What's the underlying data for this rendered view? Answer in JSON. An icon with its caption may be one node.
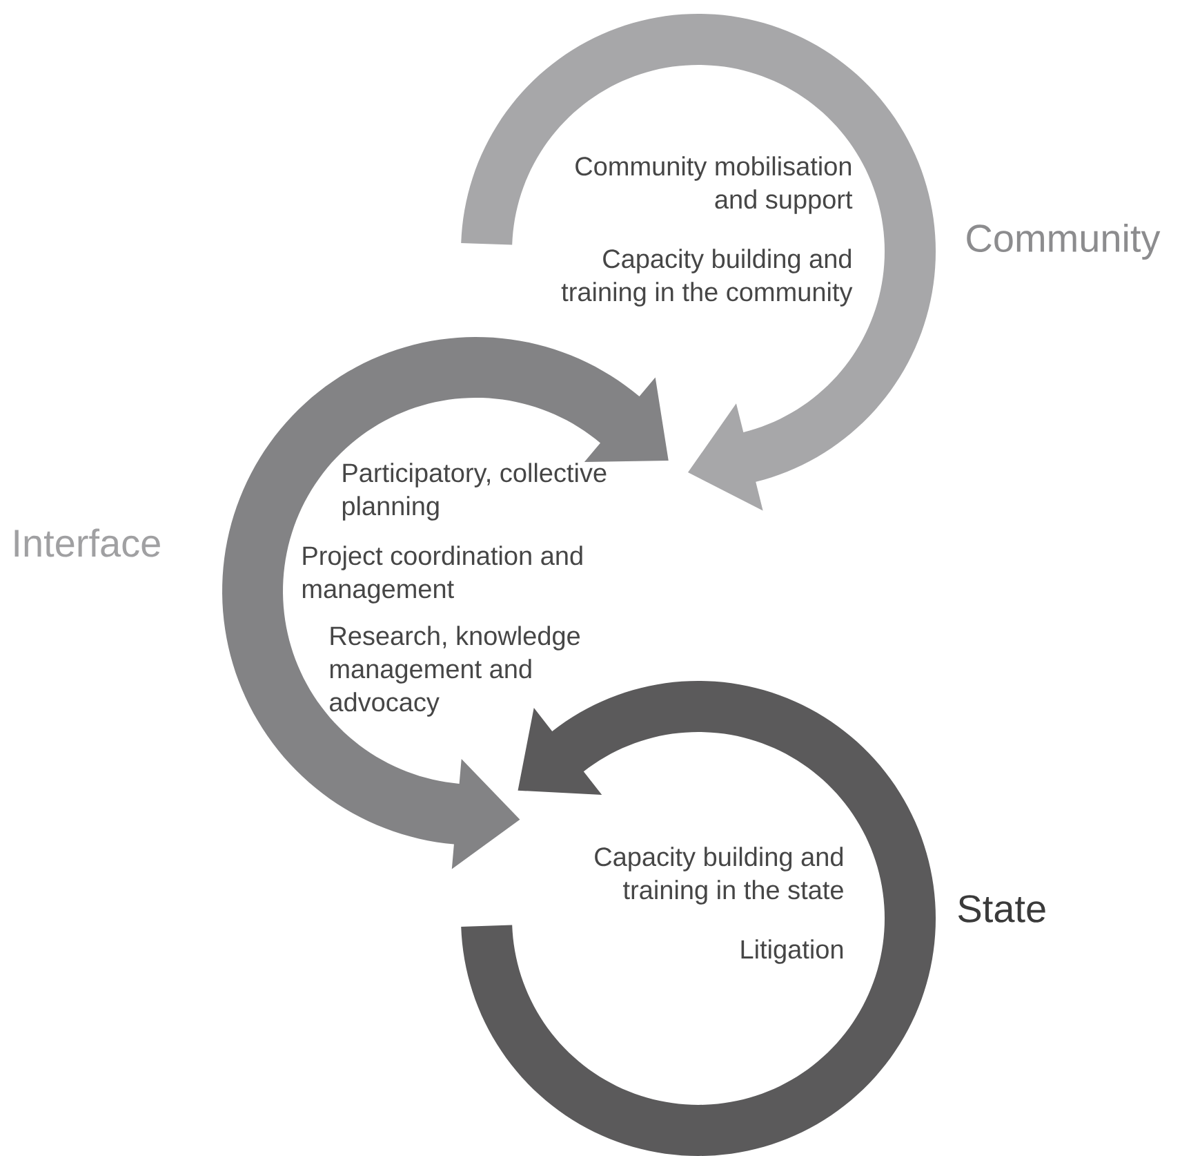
{
  "diagram": {
    "nodes": [
      {
        "text": [
          "Community mobilisation and support",
          "Capacity building and training in the community"
        ],
        "beside": [
          "Community"
        ]
      },
      {
        "text": [
          "Participatory, collective planning",
          "Project coordination and management",
          "Research, knowledge management and advocacy"
        ],
        "beside": [
          "Interface"
        ]
      },
      {
        "text": [
          "Capacity building and training in the state",
          "Litigation"
        ],
        "beside": [
          "State"
        ]
      }
    ]
  }
}
